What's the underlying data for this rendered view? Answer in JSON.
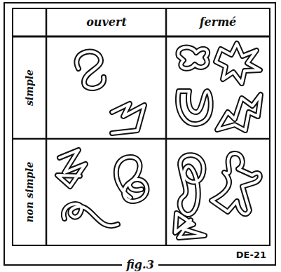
{
  "diagram": {
    "caption": "fig.3",
    "labels": [
      "ouvert",
      "fermé",
      "simple",
      "non simple",
      "DE-21"
    ]
  }
}
